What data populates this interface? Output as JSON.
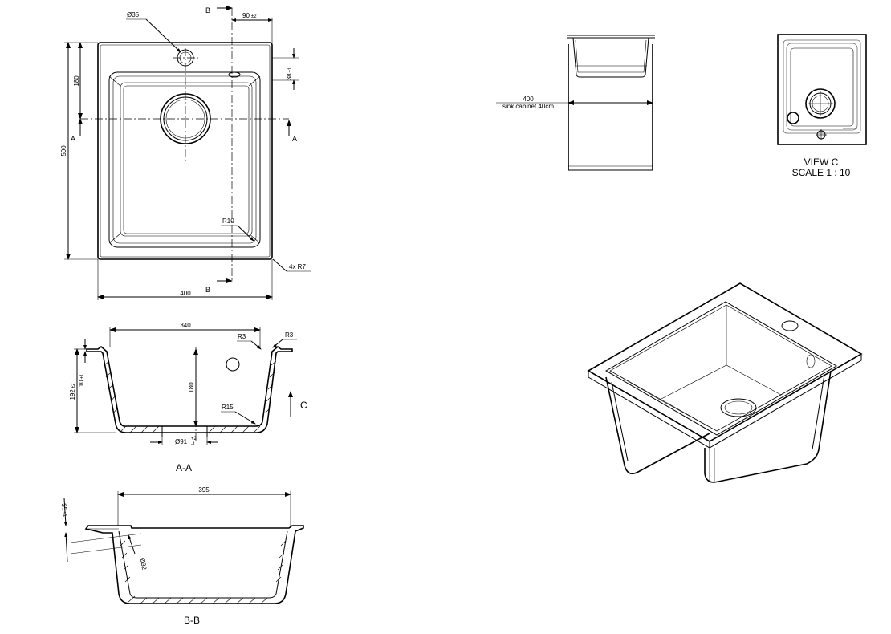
{
  "top_view": {
    "dia_hole": "Ø35",
    "offset": "90",
    "offset_tol": "±2",
    "depth": "38",
    "depth_tol": "±1",
    "dim_180": "180",
    "dim_500": "500",
    "dim_400": "400",
    "radius_inner": "R10",
    "radius_corner": "4x R7",
    "section_a": "A",
    "section_b": "B"
  },
  "section_aa": {
    "width": "340",
    "r3_left": "R3",
    "r3_right": "R3",
    "height_total": "192",
    "height_total_tol": "±2",
    "rim": "10",
    "rim_tol": "±1",
    "bowl_depth": "180",
    "radius_bottom": "R15",
    "drain_dia": "Ø91",
    "drain_tol_upper": "+2",
    "drain_tol_lower": "-1",
    "view_arrow": "C",
    "caption": "A-A"
  },
  "section_bb": {
    "width": "395",
    "rim": "35",
    "rim_tol": "±1",
    "dia": "Ø32",
    "caption": "B-B"
  },
  "cabinet_view": {
    "dim": "400",
    "label": "sink cabinet 40cm"
  },
  "view_c": {
    "title": "VIEW C",
    "scale": "SCALE 1 : 10"
  }
}
